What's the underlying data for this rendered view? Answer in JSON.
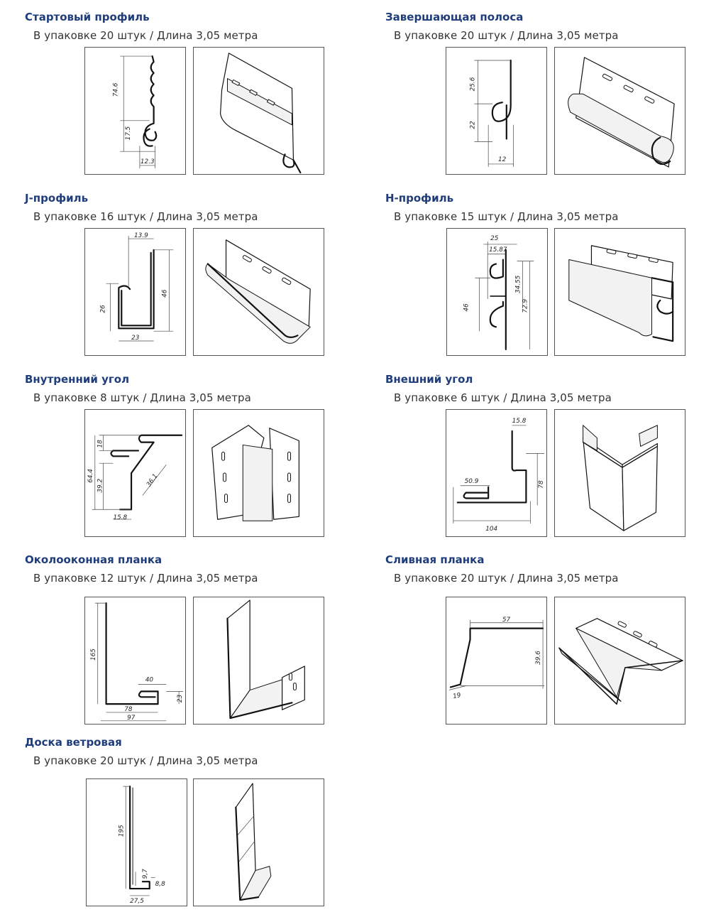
{
  "products": [
    {
      "title": "Стартовый профиль",
      "pack": "В упаковке 20 штук / Длина 3,05 метра",
      "dims": [
        "74.6",
        "17.5",
        "12.3"
      ]
    },
    {
      "title": "Завершающая полоса",
      "pack": "В упаковке 20 штук / Длина 3,05 метра",
      "dims": [
        "25.6",
        "22",
        "12"
      ]
    },
    {
      "title": "J-профиль",
      "pack": "В упаковке 16 штук / Длина 3,05 метра",
      "dims": [
        "13.9",
        "46",
        "26",
        "23"
      ]
    },
    {
      "title": "Н-профиль",
      "pack": "В упаковке 15 штук / Длина 3,05 метра",
      "dims": [
        "25",
        "15.87",
        "34.55",
        "46",
        "72.9"
      ]
    },
    {
      "title": "Внутренний угол",
      "pack": "В упаковке 8 штук / Длина 3,05 метра",
      "dims": [
        "18",
        "64.4",
        "39.2",
        "36.1",
        "15.8"
      ]
    },
    {
      "title": "Внешний угол",
      "pack": "В упаковке 6 штук / Длина 3,05 метра",
      "dims": [
        "15.8",
        "50.9",
        "78",
        "104"
      ]
    },
    {
      "title": "Околооконная планка",
      "pack": "В упаковке 12 штук / Длина 3,05 метра",
      "dims": [
        "165",
        "40",
        "23",
        "78",
        "97"
      ]
    },
    {
      "title": "Сливная планка",
      "pack": "В упаковке 20 штук / Длина 3,05 метра",
      "dims": [
        "57",
        "39.6",
        "19"
      ]
    },
    {
      "title": "Доска ветровая",
      "pack": "В упаковке 20 штук / Длина 3,05 метра",
      "dims": [
        "195",
        "9,7",
        "8,8",
        "27,5"
      ]
    }
  ]
}
